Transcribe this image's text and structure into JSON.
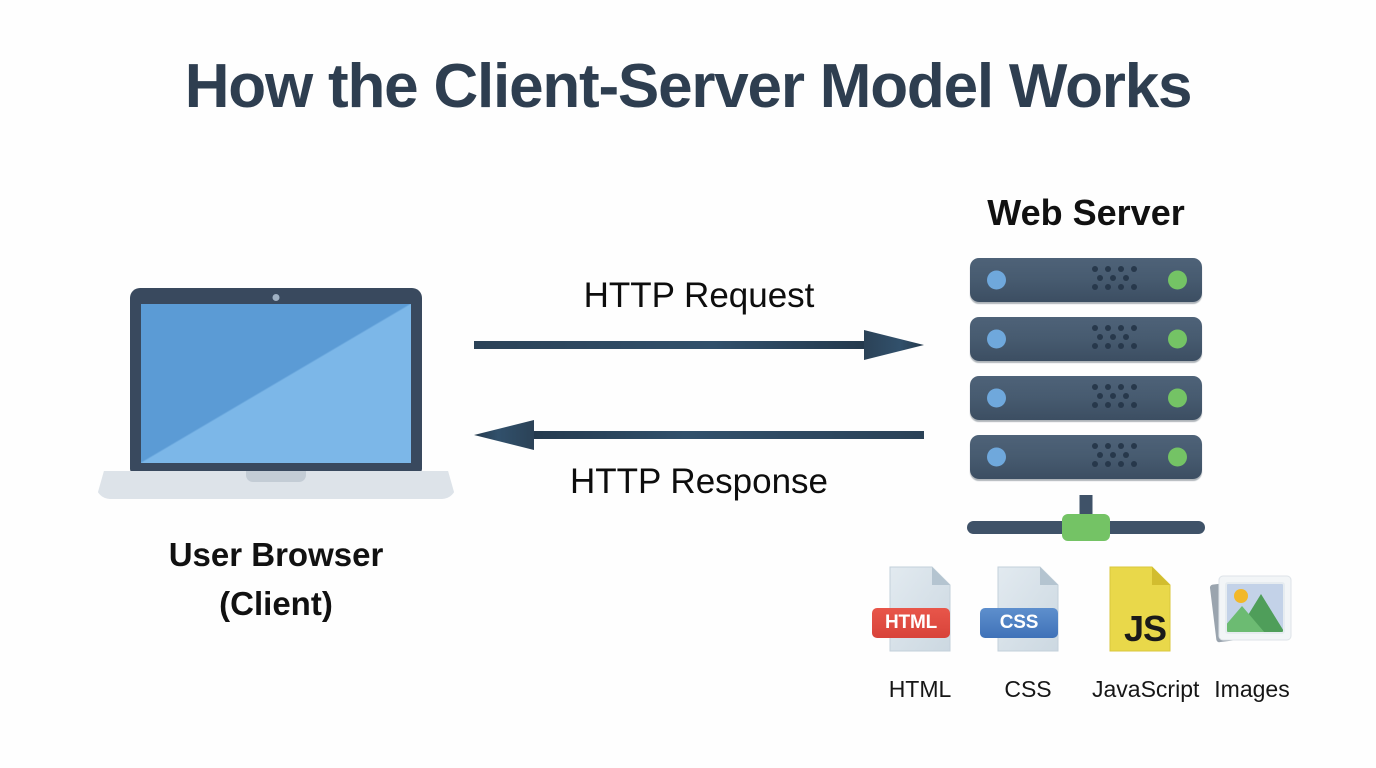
{
  "page": {
    "title": "How the Client-Server Model Works",
    "background_color": "#fefefe",
    "title_color": "#2e3e50"
  },
  "client": {
    "label": "User Browser\n(Client)",
    "label_line1": "User Browser",
    "label_line2": "(Client)",
    "icon_name": "laptop-icon",
    "screen_color": "#5b9bd5",
    "screen_highlight_color": "#7cb7e8",
    "bezel_color": "#39495e",
    "base_color": "#dde3e9"
  },
  "flows": [
    {
      "label": "HTTP Request",
      "direction": "right",
      "color": "#2b4257"
    },
    {
      "label": "HTTP Response",
      "direction": "left",
      "color": "#2b4257"
    }
  ],
  "request": {
    "label": "HTTP Request"
  },
  "response": {
    "label": "HTTP Response"
  },
  "server": {
    "title": "Web Server",
    "icon_name": "server-rack-icon",
    "rack_unit_count": 4,
    "rack_color": "#475b70",
    "led_blue_color": "#6fa8dc",
    "led_green_color": "#74c365",
    "base_node_color": "#74c365"
  },
  "assets": [
    {
      "label": "HTML",
      "badge_text": "HTML",
      "badge_color": "#d8433a",
      "icon_name": "html-file-icon",
      "page_color": "#d5dfe6"
    },
    {
      "label": "CSS",
      "badge_text": "CSS",
      "badge_color": "#3f72b8",
      "icon_name": "css-file-icon",
      "page_color": "#d5dfe6"
    },
    {
      "label": "JavaScript",
      "badge_text": "JS",
      "badge_color": "#e9d84a",
      "icon_name": "javascript-file-icon",
      "page_color": "#e9d84a"
    },
    {
      "label": "Images",
      "badge_text": "",
      "badge_color": "#4f9e5a",
      "icon_name": "images-stack-icon",
      "page_color": "#ffffff"
    }
  ]
}
